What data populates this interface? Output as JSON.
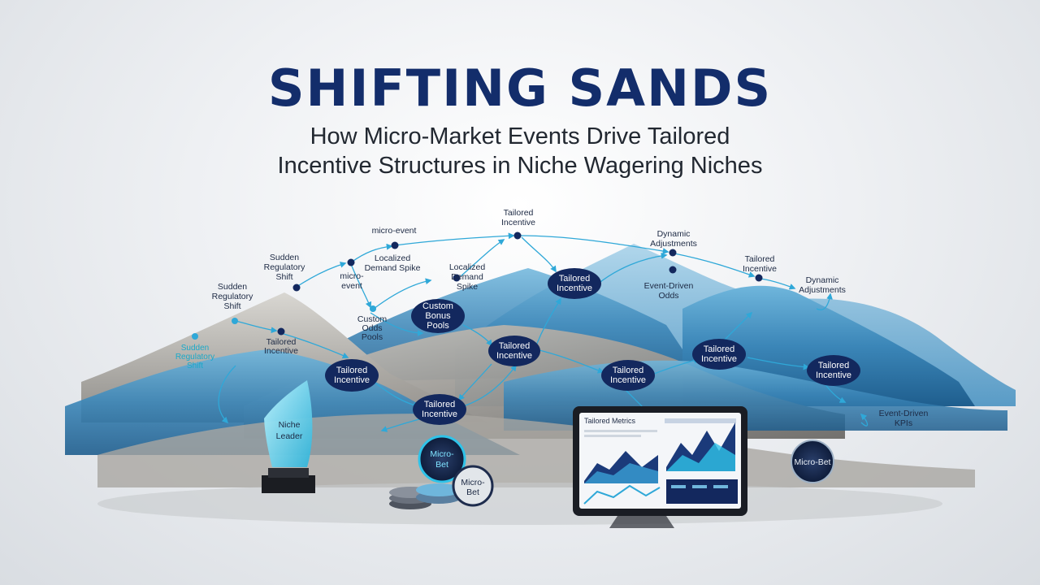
{
  "header": {
    "title": "SHIFTING SANDS",
    "subtitle_line1": "How Micro-Market Events Drive Tailored",
    "subtitle_line2": "Incentive Structures in Niche Wagering Niches"
  },
  "labels": {
    "sudden_shift_left": [
      "Sudden",
      "Regulatory",
      "Shift"
    ],
    "sudden_shift_mid": [
      "Sudden",
      "Regulatory",
      "Shift"
    ],
    "sudden_shift_cyan": [
      "Sudden",
      "Regulatory",
      "Shift"
    ],
    "micro_event_top": "micro-event",
    "micro_event_mid": [
      "micro-",
      "event"
    ],
    "localized_spike_1": [
      "Localized",
      "Demand Spike"
    ],
    "localized_spike_2": [
      "Localized",
      "Demand",
      "Spike"
    ],
    "tailored_incentive_top": [
      "Tailored",
      "Incentive"
    ],
    "dynamic_adj_1": [
      "Dynamic",
      "Adjustments"
    ],
    "dynamic_adj_2": [
      "Dynamic",
      "Adjustments"
    ],
    "tailored_incentive_right": [
      "Tailored",
      "Incentive"
    ],
    "event_driven_odds": [
      "Event-Driven",
      "Odds"
    ],
    "custom_odds_pools": [
      "Custom",
      "Odds",
      "Pools"
    ],
    "tailored_small": [
      "Tailored",
      "Incentive"
    ],
    "event_driven_kpis": [
      "Event-Driven",
      "KPIs"
    ]
  },
  "nodes": [
    {
      "id": "node-custom-bonus",
      "lines": [
        "Custom",
        "Bonus",
        "Pools"
      ]
    },
    {
      "id": "node-tailored-1",
      "lines": [
        "Tailored",
        "Incentive"
      ]
    },
    {
      "id": "node-tailored-2",
      "lines": [
        "Tailored",
        "Incentive"
      ]
    },
    {
      "id": "node-tailored-3",
      "lines": [
        "Tailored",
        "Incentive"
      ]
    },
    {
      "id": "node-tailored-4",
      "lines": [
        "Tailored",
        "Incentive"
      ]
    },
    {
      "id": "node-tailored-5",
      "lines": [
        "Tailored",
        "Incentive"
      ]
    },
    {
      "id": "node-tailored-6",
      "lines": [
        "Tailored",
        "Incentive"
      ]
    },
    {
      "id": "node-tailored-7",
      "lines": [
        "Tailored",
        "Incentive"
      ]
    }
  ],
  "objects": {
    "trophy_text": [
      "Niche",
      "Leader"
    ],
    "coin_big_text": [
      "Micro-",
      "Bet"
    ],
    "coin_small_text": [
      "Micro-",
      "Bet"
    ],
    "coin_right_text": "Micro-Bet",
    "tablet_title": "Tailored Metrics"
  },
  "colors": {
    "title": "#132d6b",
    "node_fill": "#13285e",
    "accent": "#2fa8d8",
    "dune_blue": "#3e8fbf"
  }
}
